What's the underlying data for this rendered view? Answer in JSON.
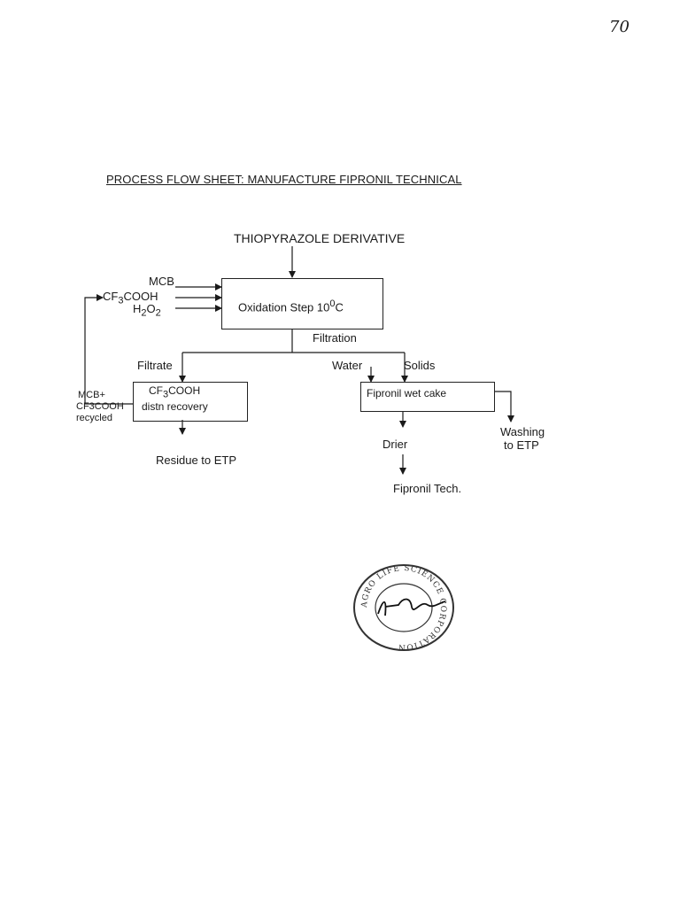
{
  "page_number": "70",
  "title": "PROCESS FLOW SHEET: MANUFACTURE  FIPRONIL TECHNICAL",
  "diagram": {
    "input_top": "THIOPYRAZOLE DERIVATIVE",
    "reagents": {
      "mcb": "MCB",
      "cf3cooh_base": "CF",
      "cf3cooh_sub": "3",
      "cf3cooh_tail": "COOH",
      "h2o2_a": "H",
      "h2o2_sub1": "2",
      "h2o2_b": "O",
      "h2o2_sub2": "2"
    },
    "oxidation_box": {
      "text": "Oxidation Step 10",
      "sup": "0",
      "unit": "C"
    },
    "filtration": "Filtration",
    "filtrate": "Filtrate",
    "water": "Water",
    "solids": "Solids",
    "recovery_box": {
      "line1_a": "CF",
      "line1_sub": "3",
      "line1_b": "COOH",
      "line2": "distn recovery"
    },
    "recycle_label": {
      "line1": "MCB+",
      "line2": "CF3COOH",
      "line3": "recycled"
    },
    "residue": "Residue to ETP",
    "wetcake_box": "Fipronil wet cake",
    "washing": {
      "line1": "Washing",
      "line2": "to ETP"
    },
    "drier": "Drier",
    "product": "Fipronil Tech."
  },
  "stamp": {
    "text": "AGRO LIFE SCIENCE CORPORATION"
  }
}
